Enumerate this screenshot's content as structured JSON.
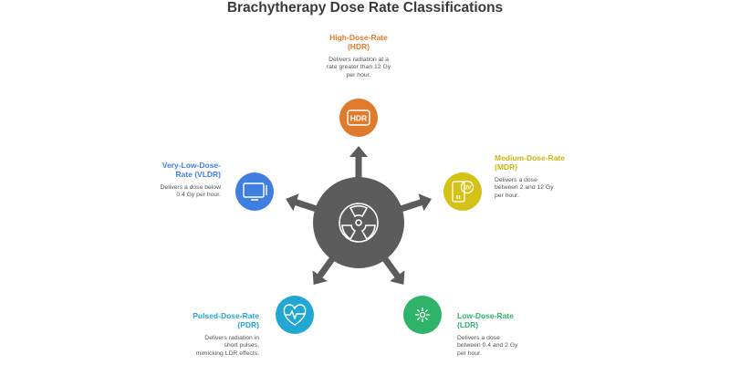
{
  "title": "Brachytherapy Dose Rate Classifications",
  "colors": {
    "center": "#5c5c5c",
    "hdr": "#e07b2e",
    "mdr": "#d4c217",
    "ldr": "#2fb36a",
    "pdr": "#22a6d4",
    "vldr": "#3f7fe0"
  },
  "center_icon": "radiation-icon",
  "items": {
    "hdr": {
      "title_line1": "High-Dose-Rate",
      "title_line2": "(HDR)",
      "desc": [
        "Delivers radiation at a",
        "rate greater than 12 Gy",
        "per hour."
      ],
      "icon": "hdr-icon"
    },
    "mdr": {
      "title_line1": "Medium-Dose-Rate",
      "title_line2": "(MDR)",
      "desc": [
        "Delivers a dose",
        "between 2 and 12 Gy",
        "per hour."
      ],
      "icon": "uv-device-icon"
    },
    "ldr": {
      "title_line1": "Low-Dose-Rate",
      "title_line2": "(LDR)",
      "desc": [
        "Delivers a dose",
        "between 0.4 and 2 Gy",
        "per hour."
      ],
      "icon": "sparkle-icon"
    },
    "pdr": {
      "title_line1": "Pulsed-Dose-Rate",
      "title_line2": "(PDR)",
      "desc": [
        "Delivers radiation in",
        "short pulses,",
        "mimicking LDR effects."
      ],
      "icon": "heart-pulse-icon"
    },
    "vldr": {
      "title_line1": "Very-Low-Dose-",
      "title_line2": "Rate (VLDR)",
      "desc": [
        "Delivers a dose below",
        "0.4 Gy per hour."
      ],
      "icon": "monitor-icon"
    }
  }
}
